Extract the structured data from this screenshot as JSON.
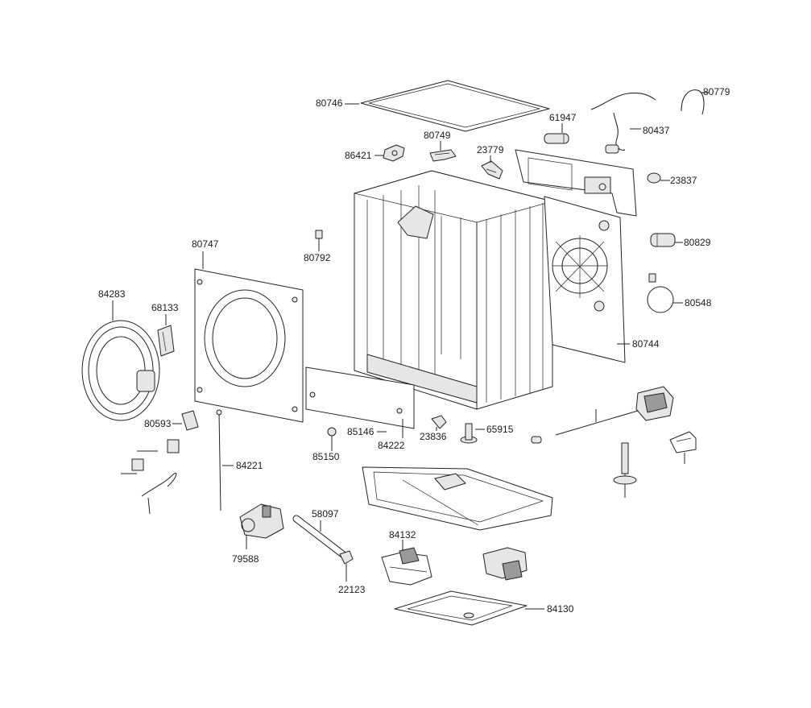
{
  "diagram": {
    "labels": {
      "l80746": "80746",
      "l80749": "80749",
      "l86421": "86421",
      "l61947": "61947",
      "l23779": "23779",
      "l80779": "80779",
      "l80437": "80437",
      "l23837": "23837",
      "l80747": "80747",
      "l80792": "80792",
      "l80829": "80829",
      "l84283": "84283",
      "l68133": "68133",
      "l80548": "80548",
      "l80744": "80744",
      "l80593": "80593",
      "l85146": "85146",
      "l84222": "84222",
      "l23836": "23836",
      "l65915": "65915",
      "l85150": "85150",
      "l84221": "84221",
      "l58097": "58097",
      "l84132": "84132",
      "l79588": "79588",
      "l22123": "22123",
      "l84130": "84130"
    }
  }
}
